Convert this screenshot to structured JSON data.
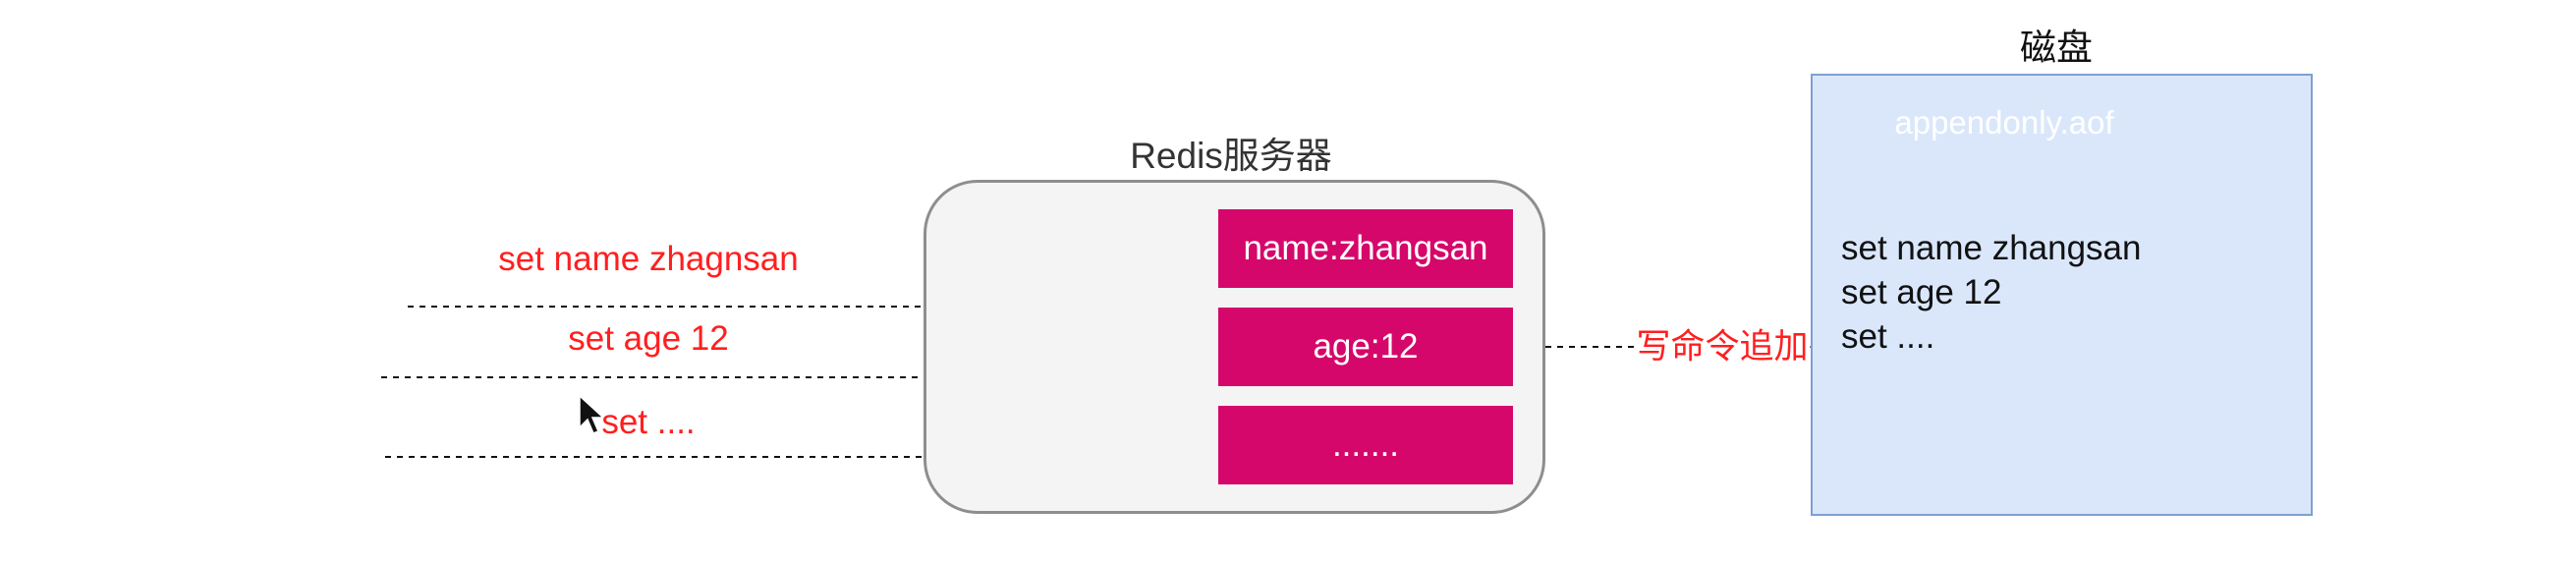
{
  "commands": [
    {
      "label": "set name zhagnsan"
    },
    {
      "label": "set age 12"
    },
    {
      "label": "set ...."
    }
  ],
  "server": {
    "title": "Redis服务器",
    "entries": [
      {
        "label": "name:zhangsan"
      },
      {
        "label": "age:12"
      },
      {
        "label": "......."
      }
    ]
  },
  "append_label": "写命令追加",
  "disk": {
    "title": "磁盘",
    "file_name": "appendonly.aof",
    "file_lines": [
      "set name zhangsan",
      "set age 12",
      "set ...."
    ]
  },
  "colors": {
    "command_text": "#ff1f1f",
    "entry_fill": "#d5076b",
    "server_fill": "#f4f4f4",
    "disk_fill": "#dae7fb",
    "file_fill": "#1ba1e2"
  },
  "icons": [
    "mouse-cursor-icon"
  ]
}
